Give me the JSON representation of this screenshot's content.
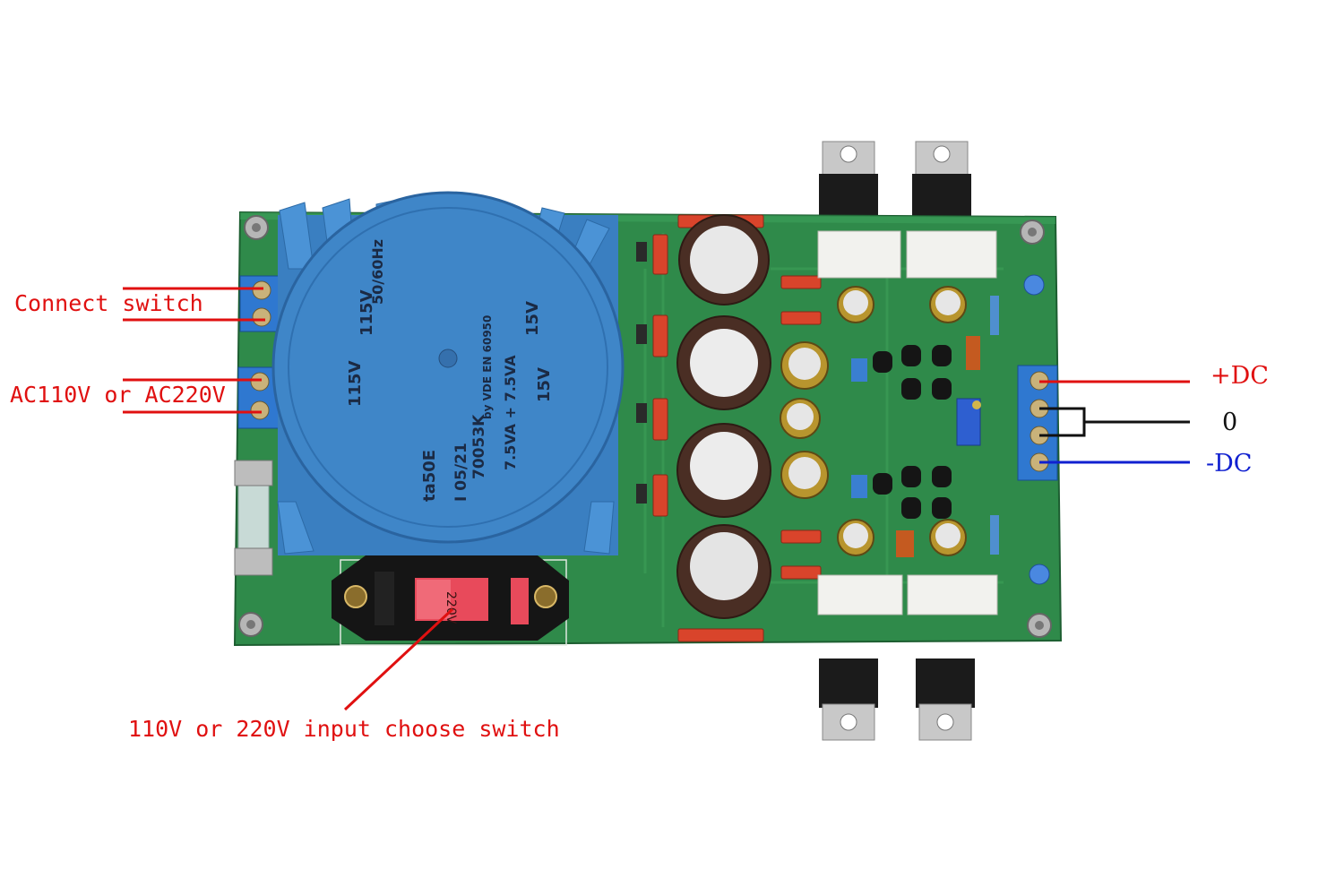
{
  "annotations": {
    "connect_switch": "Connect switch",
    "ac_input": "AC110V or AC220V",
    "voltage_switch": "110V or 220V input choose switch",
    "plus_dc": "+DC",
    "zero": "0",
    "minus_dc": "-DC"
  },
  "transformer": {
    "line1": "50/60Hz",
    "line2": "115V",
    "line3": "115V",
    "line4": "15V",
    "line5": "15V",
    "line6": "7.5VA + 7.5VA",
    "line7": "70053K",
    "line8": "by VDE EN 60950",
    "line9": "ta50E",
    "line10": "I 05/21"
  },
  "switch_label": "220V",
  "colors": {
    "pcb": "#2f8a4a",
    "transformer": "#3f86c8",
    "annotation_red": "#e01010",
    "annotation_blue": "#1020d0",
    "annotation_black": "#111111",
    "terminal_blue": "#2f78d0"
  }
}
